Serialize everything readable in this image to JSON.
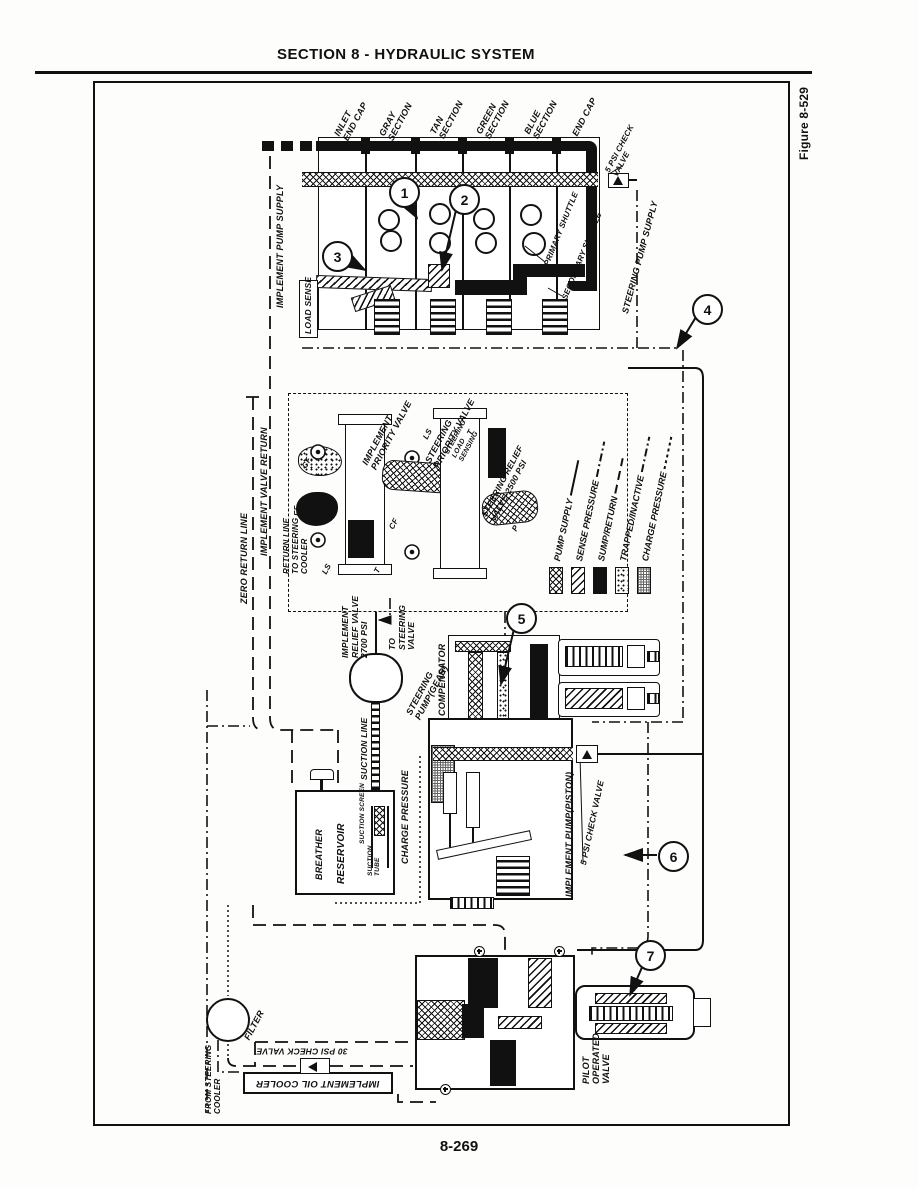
{
  "page": {
    "title": "SECTION 8 - HYDRAULIC SYSTEM",
    "page_number": "8-269",
    "figure_caption": "Figure 8-529"
  },
  "stack_labels": {
    "inlet": "INLET\nEND CAP",
    "gray": "GRAY\nSECTION",
    "tan": "TAN\nSECTION",
    "green": "GREEN\nSECTION",
    "blue": "BLUE\nSECTION",
    "endcap": "END CAP",
    "primary_shuttle": "PRIMARY SHUTTLE",
    "secondary_shuttle": "SECONDARY SHUTTLE",
    "load_sense": "LOAD SENSE"
  },
  "line_labels": {
    "psi5_check_top": "5 PSI CHECK\nVALVE",
    "steering_pump_supply": "STEERING PUMP SUPPLY",
    "implement_pump_supply": "IMPLEMENT PUMP SUPPLY",
    "zero_return": "ZERO RETURN LINE",
    "implement_valve_return": "IMPLEMENT VALVE RETURN",
    "return_to_cooler": "RETURN LINE\nTO STEERING\nCOOLER",
    "to_steering_valve": "TO\nSTEERING\nVALVE",
    "suction_line": "SUCTION LINE",
    "charge_pressure": "CHARGE PRESSURE",
    "psi5_check_pump": "5 PSI CHECK VALVE",
    "psi30_check": "30 PSI CHECK VALVE",
    "from_steering_cooler": "FROM STEERING\nCOOLER"
  },
  "component_labels": {
    "implement_priority": "IMPLEMENT\nPRIORITY VALVE",
    "steering_priority": "STEERING\nPRIORITY VALVE",
    "steering_load_sensing": "STEERING\nLOAD\nSENSING",
    "steering_relief": "STEERING RELIEF\nVALVE-2500 PSI",
    "implement_relief": "IMPLEMENT\nRELIEF VALVE\n2700 PSI",
    "compensator": "COMPENSATOR",
    "steering_pump": "STEERING\nPUMP(GEAR)",
    "implement_pump": "IMPLEMENT PUMP(PISTON)",
    "breather": "BREATHER",
    "reservoir": "RESERVOIR",
    "suction_screen": "SUCTION SCREEN",
    "suction_tube": "SUCTION\nTUBE",
    "pilot_valve": "PILOT\nOPERATED\nVALVE",
    "filter": "FILTER",
    "oil_cooler": "IMPLEMENT OIL COOLER"
  },
  "ports": {
    "cf1": "CF",
    "ef1": "EF",
    "ls1": "LS",
    "t1": "T",
    "ls2": "LS",
    "t2": "T",
    "cf2": "CF",
    "p2": "P"
  },
  "legend": {
    "items": [
      {
        "label": "PUMP SUPPLY"
      },
      {
        "label": "SENSE PRESSURE"
      },
      {
        "label": "SUMP/RETURN"
      },
      {
        "label": "TRAPPED/INACTIVE"
      },
      {
        "label": "CHARGE PRESSURE"
      }
    ]
  },
  "callouts": {
    "c1": "1",
    "c2": "2",
    "c3": "3",
    "c4": "4",
    "c5": "5",
    "c6": "6",
    "c7": "7"
  }
}
